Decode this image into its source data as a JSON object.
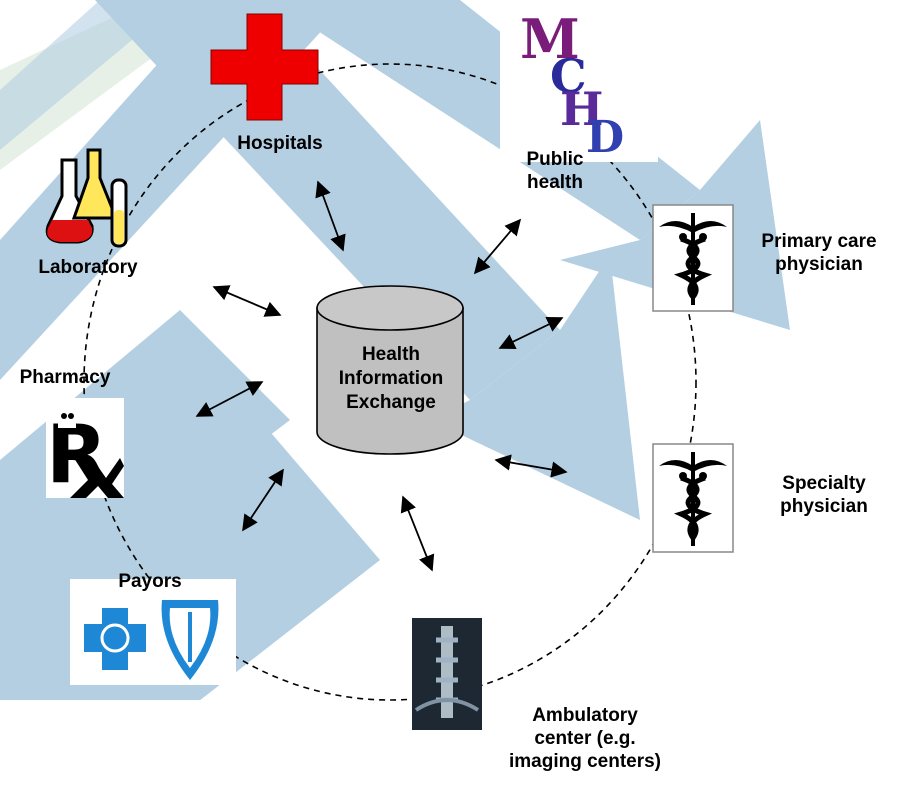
{
  "center": {
    "label": "Health\nInformation\nExchange"
  },
  "nodes": {
    "hospitals": "Hospitals",
    "public_health": "Public\nhealth",
    "primary_care": "Primary care\nphysician",
    "specialty": "Specialty\nphysician",
    "ambulatory": "Ambulatory\ncenter (e.g.\nimaging centers)",
    "payors": "Payors",
    "pharmacy": "Pharmacy",
    "laboratory": "Laboratory"
  },
  "icons": {
    "hospitals": "red-cross-icon",
    "public_health": "mchd-logo-icon",
    "primary_care": "caduceus-icon",
    "specialty": "caduceus-icon",
    "ambulatory": "xray-icon",
    "payors": "blue-cross-blue-shield-icon",
    "pharmacy": "rx-icon",
    "laboratory": "lab-flask-icon"
  },
  "colors": {
    "background_arrow": "#b4cfe2",
    "cylinder": "#c0c0c0",
    "hospital_cross": "#ee0000",
    "insurer_blue": "#1e88d6"
  }
}
